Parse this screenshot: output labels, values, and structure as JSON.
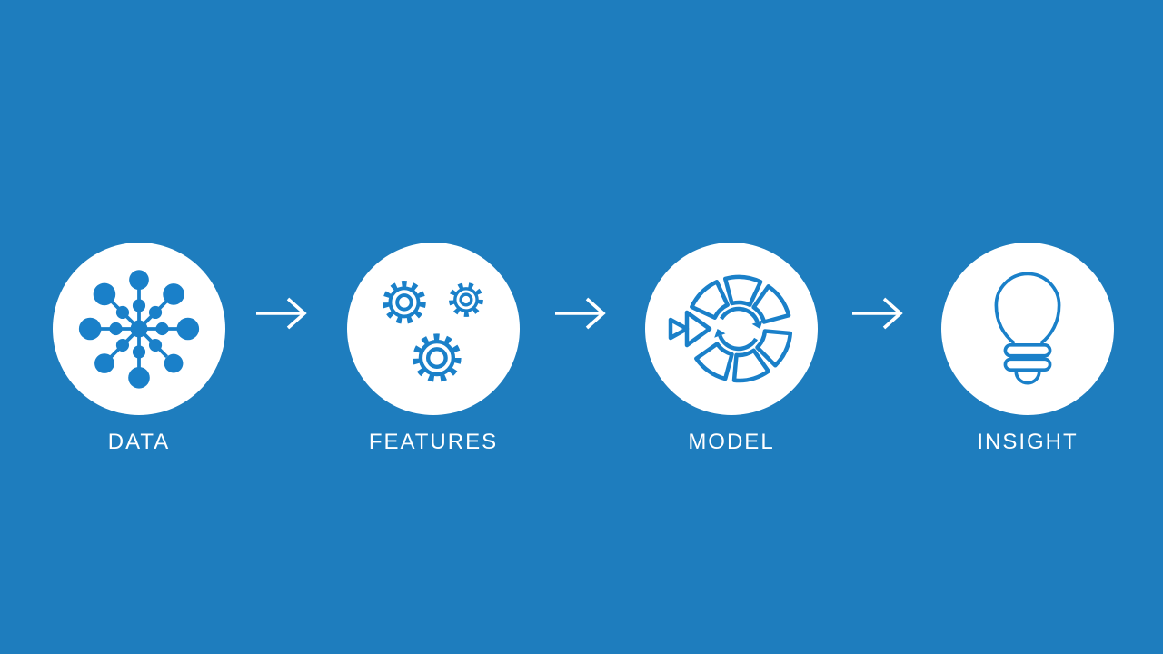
{
  "colors": {
    "background": "#1e7dbe",
    "icon": "#1a80c9",
    "circle": "#ffffff",
    "arrow": "#ffffff",
    "label": "#ffffff"
  },
  "steps": [
    {
      "label": "DATA",
      "icon": "data-network-hub-icon"
    },
    {
      "label": "FEATURES",
      "icon": "gears-icon"
    },
    {
      "label": "MODEL",
      "icon": "model-iteration-cycle-icon"
    },
    {
      "label": "INSIGHT",
      "icon": "lightbulb-icon"
    }
  ],
  "arrows": {
    "count": 3,
    "direction": "right",
    "style": "open-chevron"
  }
}
